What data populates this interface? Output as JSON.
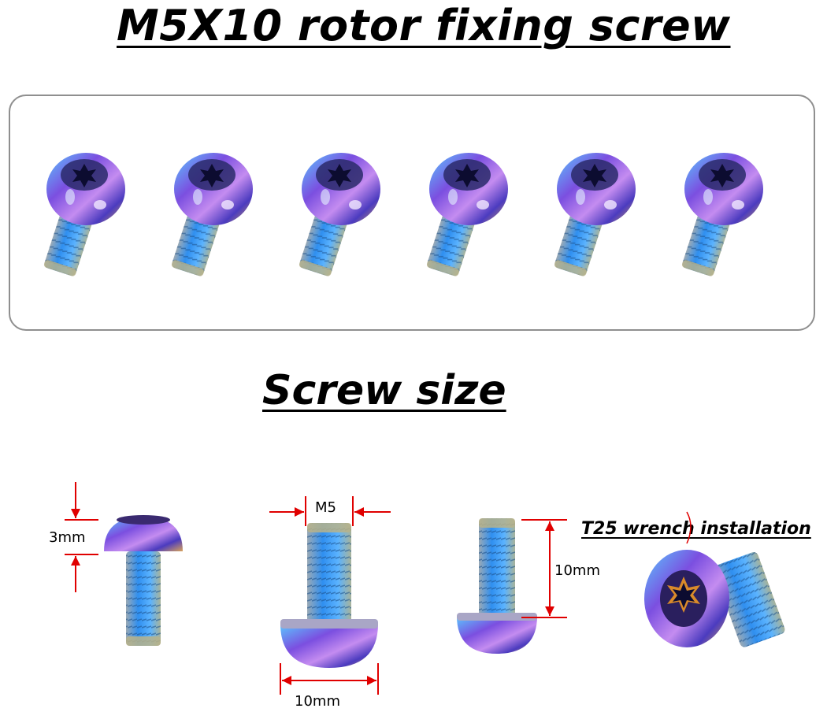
{
  "title": "M5X10 rotor fixing screw",
  "section_title": "Screw size",
  "dimensions": {
    "head_height": "3mm",
    "thread_diameter": "M5",
    "head_diameter": "10mm",
    "thread_length": "10mm"
  },
  "install_note": "T25 wrench installation",
  "colors": {
    "accent_red": "#e00000",
    "thread_blue": "#2f8ff0",
    "head_purple": "#6a3cc8",
    "panel_border": "#8f8f8f"
  },
  "icons": [
    "torx-screw-icon"
  ]
}
